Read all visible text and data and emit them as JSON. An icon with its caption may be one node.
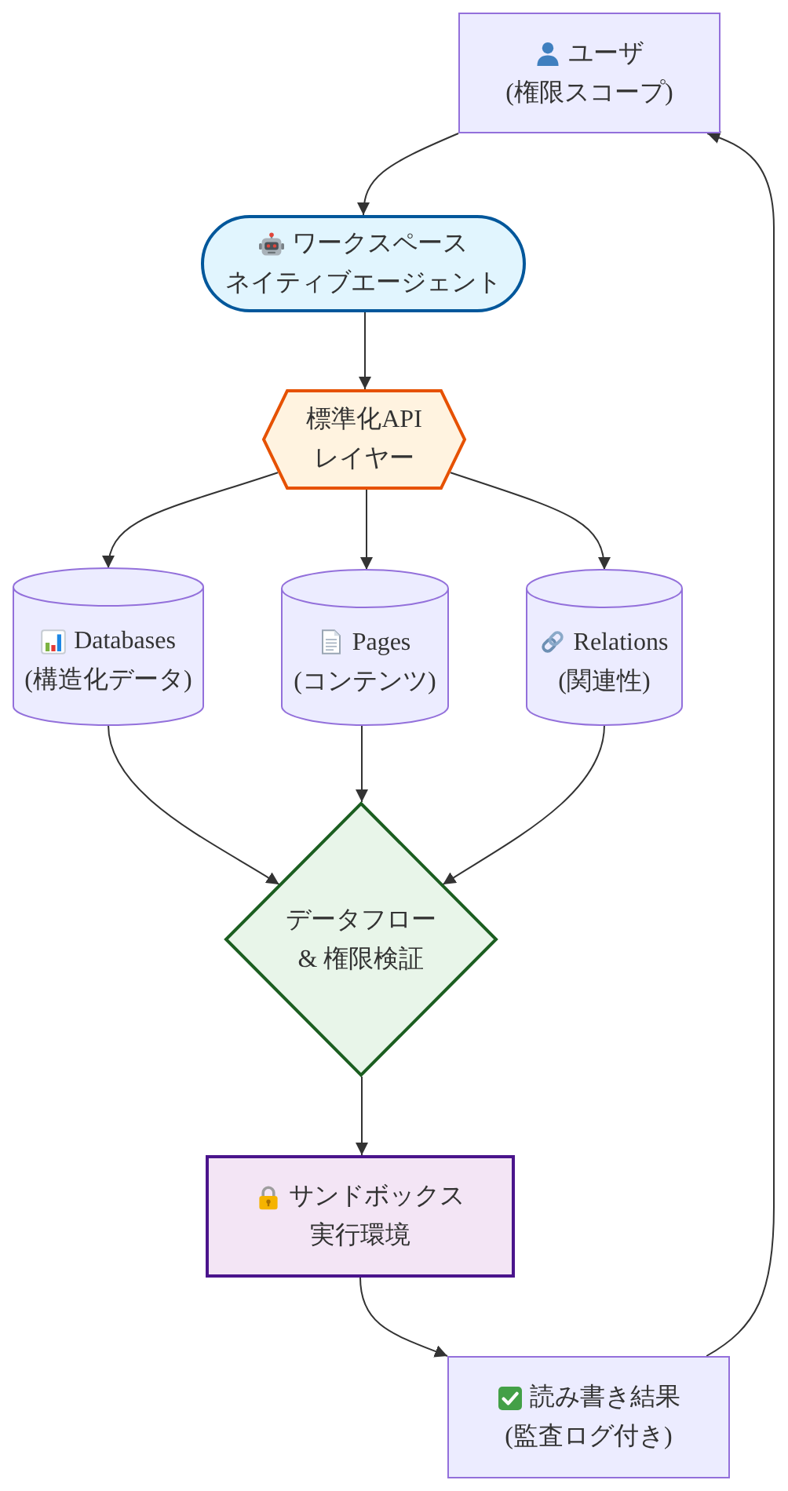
{
  "diagram": {
    "nodes": [
      {
        "text": [
          "ユーザ",
          "(権限スコープ)"
        ]
      },
      {
        "text": [
          "ワークスペース",
          "ネイティブエージェント"
        ]
      },
      {
        "text": [
          "標準化APIレイヤー"
        ]
      },
      {
        "text": [
          "Databases",
          "(構造化データ)"
        ]
      },
      {
        "text": [
          "Pages",
          "(コンテンツ)"
        ]
      },
      {
        "text": [
          "Relations",
          "(関連性)"
        ]
      },
      {
        "text": [
          "データフロー & 権限検証"
        ]
      },
      {
        "text": [
          "サンドボックス",
          "実行環境"
        ]
      },
      {
        "text": [
          "読み書き結果",
          "(監査ログ付き)"
        ]
      }
    ],
    "edges": [
      {
        "from": 0,
        "to": 1,
        "arrow": "to"
      },
      {
        "from": 1,
        "to": 2,
        "arrow": "to"
      },
      {
        "from": 2,
        "to": 3,
        "arrow": "to"
      },
      {
        "from": 2,
        "to": 4,
        "arrow": "to"
      },
      {
        "from": 2,
        "to": 5,
        "arrow": "to"
      },
      {
        "from": 3,
        "to": 6,
        "arrow": "to"
      },
      {
        "from": 4,
        "to": 6,
        "arrow": "to"
      },
      {
        "from": 5,
        "to": 6,
        "arrow": "to"
      },
      {
        "from": 6,
        "to": 7,
        "arrow": "to"
      },
      {
        "from": 7,
        "to": 8,
        "arrow": "to"
      },
      {
        "from": 8,
        "to": 0,
        "arrow": "to"
      }
    ]
  }
}
